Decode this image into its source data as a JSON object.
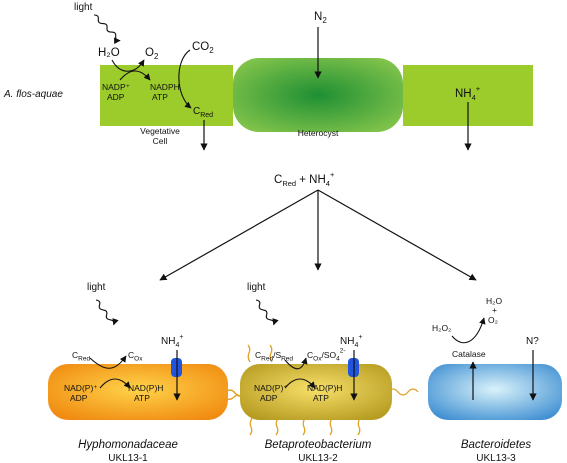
{
  "colors": {
    "vegetative": "#9ccb2c",
    "heterocyst_center": "#1e8f33",
    "heterocyst_edge": "#7fc24a",
    "hypho_center": "#ffd34a",
    "hypho_edge": "#f08a10",
    "beta_center": "#f7e06a",
    "beta_edge": "#b59a20",
    "bacteroid_center": "#d9f2fa",
    "bacteroid_edge": "#3f8fd2",
    "transporter": "#2255dd",
    "wavy": "#e0a020"
  },
  "top": {
    "light": "light",
    "h2o": "H₂O",
    "o2": "O",
    "o2_sub": "2",
    "co2": "CO",
    "co2_sub": "2",
    "nadp_plus": "NADP⁺",
    "adp": "ADP",
    "nadph": "NADPH",
    "atp": "ATP",
    "cred_c": "C",
    "cred_sub": "Red",
    "n2": "N",
    "n2_sub": "2",
    "nh4": "NH",
    "nh4_sub": "4",
    "nh4_sup": "+",
    "organism": "A. flos-aquae",
    "vegetative_line1": "Vegetative",
    "vegetative_line2": "Cell",
    "heterocyst": "Heterocyst"
  },
  "center": {
    "c": "C",
    "c_sub": "Red",
    "plus_nh": " + NH",
    "nh_sub": "4",
    "nh_sup": "+"
  },
  "hypho": {
    "light": "light",
    "cred": "C",
    "cred_sub": "Red",
    "cox": "C",
    "cox_sub": "Ox",
    "nadp": "NAD(P)⁺",
    "adp": "ADP",
    "nadph": "NAD(P)H",
    "atp": "ATP",
    "nh4": "NH",
    "nh4_sub": "4",
    "nh4_sup": "+",
    "name": "Hyphomonadaceae",
    "strain": "UKL13-1"
  },
  "beta": {
    "light": "light",
    "cred": "C",
    "cred_sub": "Red",
    "slash": "/S",
    "sred_sub": "Red",
    "cox": "C",
    "cox_sub": "Ox",
    "so4": "/SO",
    "so4_sub": "4",
    "so4_sup": "2-",
    "nadp": "NAD(P)⁺",
    "adp": "ADP",
    "nadph": "NAD(P)H",
    "atp": "ATP",
    "nh4": "NH",
    "nh4_sub": "4",
    "nh4_sup": "+",
    "name": "Betaproteobacterium",
    "strain": "UKL13-2"
  },
  "bacteroid": {
    "h2o": "H₂O",
    "plus": "+",
    "o2": "O₂",
    "h2o2": "H₂O₂",
    "catalase": "Catalase",
    "n": "N?",
    "name": "Bacteroidetes",
    "strain": "UKL13-3"
  }
}
